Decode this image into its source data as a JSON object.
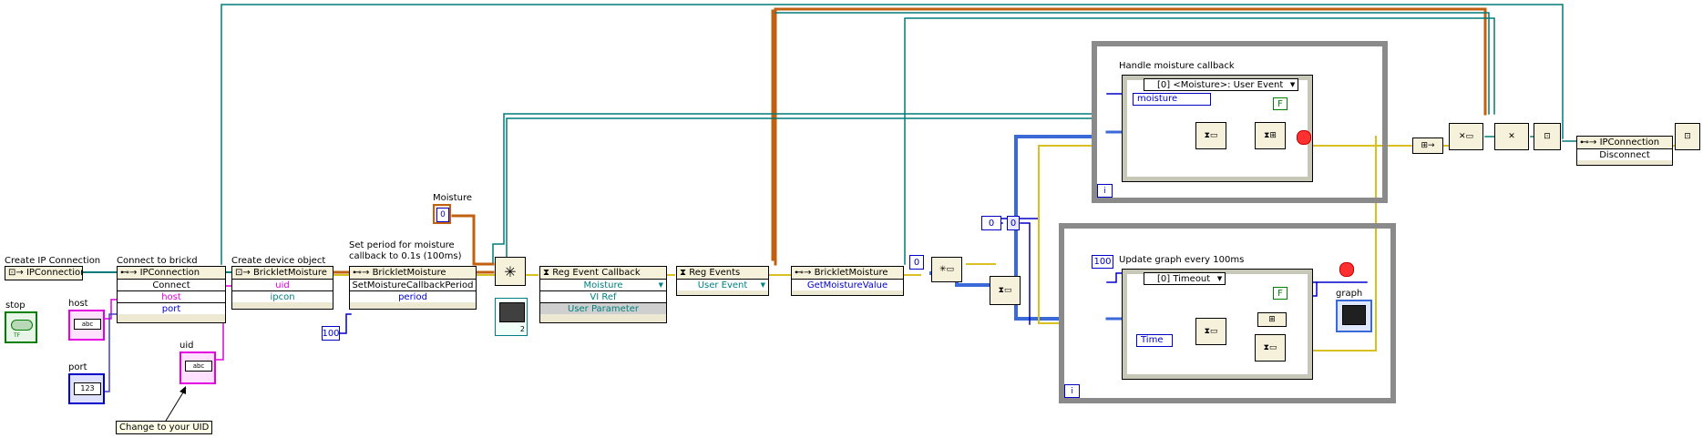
{
  "labels": {
    "create_ip": "Create IP Connection",
    "connect": "Connect to brickd",
    "create_device": "Create device object",
    "set_period_1": "Set period for moisture",
    "set_period_2": "callback to 0.1s (100ms)",
    "moisture_ctrl": "Moisture",
    "stop": "stop",
    "host": "host",
    "port": "port",
    "uid": "uid",
    "change_uid": "Change to your UID",
    "handle_cb": "Handle moisture callback",
    "update_graph": "Update graph every 100ms",
    "graph": "graph"
  },
  "nodes": {
    "ipcon_create": "IPConnection",
    "ipcon_connect": {
      "title": "IPConnection",
      "method": "Connect",
      "in1": "host",
      "in2": "port"
    },
    "moisture_create": {
      "title": "BrickletMoisture",
      "in1": "uid",
      "in2": "ipcon"
    },
    "set_period": {
      "title": "BrickletMoisture",
      "method": "SetMoistureCallbackPeriod",
      "in1": "period"
    },
    "reg_cb": {
      "title": "Reg Event Callback",
      "r1": "Moisture",
      "r2": "VI Ref",
      "r3": "User Parameter"
    },
    "reg_events": {
      "title": "Reg Events",
      "r1": "User Event"
    },
    "get_value": {
      "title": "BrickletMoisture",
      "method": "GetMoistureValue"
    },
    "disconnect": {
      "title": "IPConnection",
      "method": "Disconnect"
    }
  },
  "constants": {
    "period": "100",
    "moisture_ind": "0",
    "zero1": "0",
    "zero2": "0",
    "timeout": "100",
    "cb_idx": "2",
    "flag_f": "F"
  },
  "event_cases": {
    "top_case": "[0] <Moisture>: User Event",
    "top_field": "moisture",
    "bottom_case": "[0] Timeout",
    "bottom_field": "Time"
  },
  "loop_index": "i",
  "colors": {
    "wire_ref": "#007a7a",
    "wire_orange": "#c06010",
    "wire_blue": "#3a6ad8",
    "wire_error": "#d8c020",
    "wire_pink": "#e000e0",
    "wire_int": "#0000c8",
    "loop": "#8a8a8a"
  }
}
